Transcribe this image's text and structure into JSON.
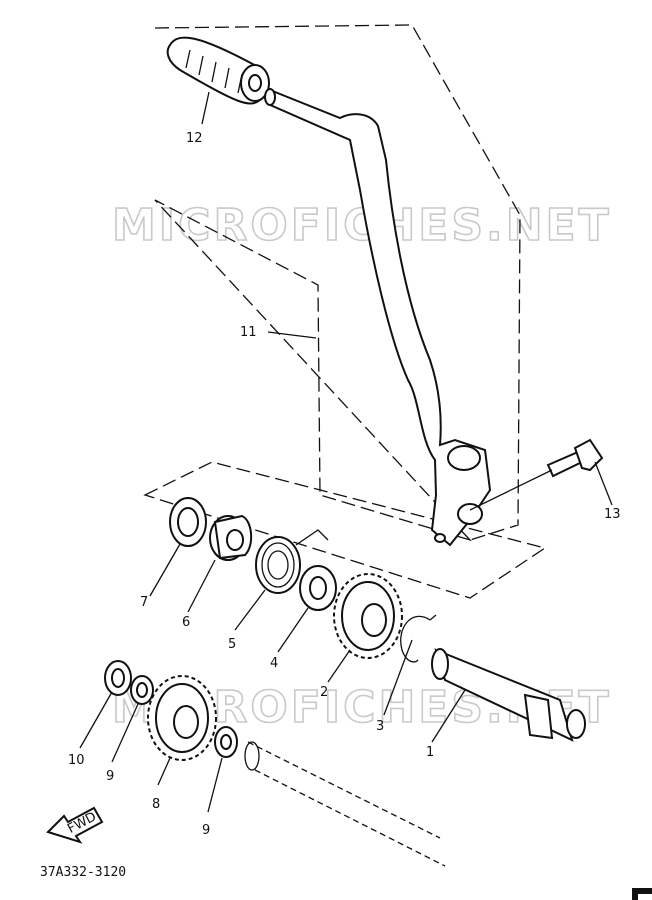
{
  "watermark": "MICROFICHES.NET",
  "diagram_code": "37A332-3120",
  "fwd_label": "FWD",
  "callouts": {
    "p1": "1",
    "p2": "2",
    "p3": "3",
    "p4": "4",
    "p5": "5",
    "p6": "6",
    "p7": "7",
    "p8": "8",
    "p9a": "9",
    "p9b": "9",
    "p10": "10",
    "p11": "11",
    "p12": "12",
    "p13": "13"
  }
}
